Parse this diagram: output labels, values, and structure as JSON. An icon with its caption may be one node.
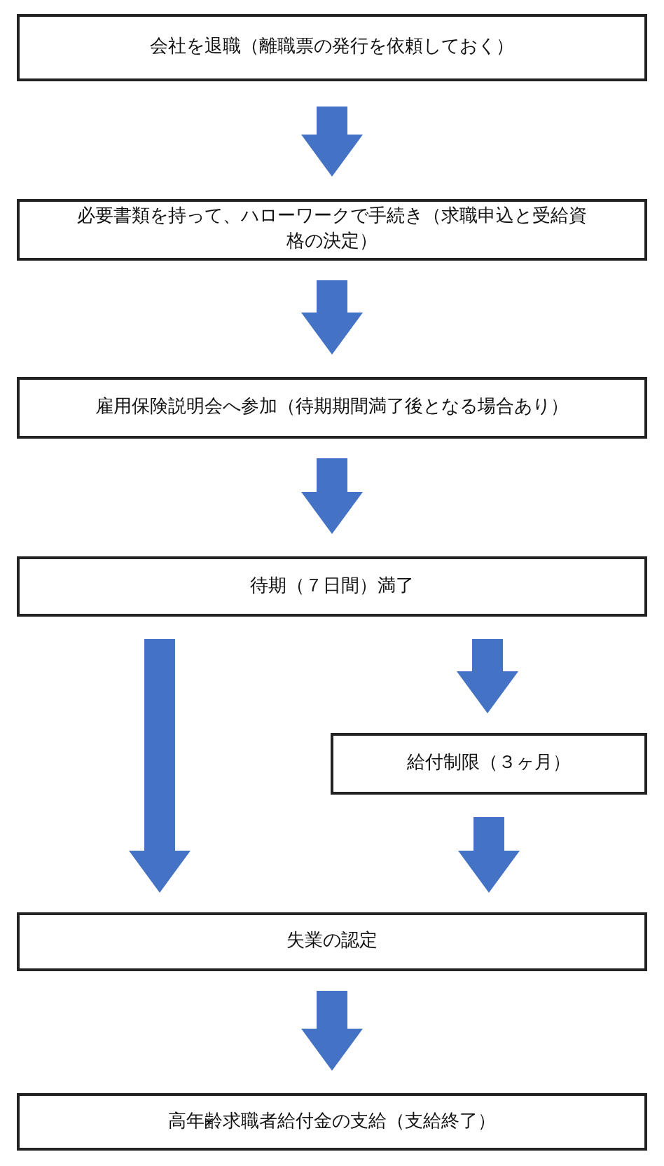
{
  "diagram": {
    "nodes": [
      {
        "text": [
          "会社を退職（離職票の発行を依頼しておく）"
        ]
      },
      {
        "text": [
          "必要書類を持って、ハローワークで手続き（求職申込と受給資格の決定）"
        ]
      },
      {
        "text": [
          "雇用保険説明会へ参加（待期期間満了後となる場合あり）"
        ]
      },
      {
        "text": [
          "待期（７日間）満了"
        ]
      },
      {
        "text": [
          "給付制限（３ヶ月）"
        ]
      },
      {
        "text": [
          "失業の認定"
        ]
      },
      {
        "text": [
          "高年齢求職者給付金の支給（支給終了）"
        ]
      }
    ],
    "edges": [
      {
        "from": 0,
        "to": 1,
        "arrow": "to"
      },
      {
        "from": 1,
        "to": 2,
        "arrow": "to"
      },
      {
        "from": 2,
        "to": 3,
        "arrow": "to"
      },
      {
        "from": 3,
        "to": 5,
        "arrow": "to"
      },
      {
        "from": 3,
        "to": 4,
        "arrow": "to"
      },
      {
        "from": 4,
        "to": 5,
        "arrow": "to"
      },
      {
        "from": 5,
        "to": 6,
        "arrow": "to"
      }
    ]
  }
}
